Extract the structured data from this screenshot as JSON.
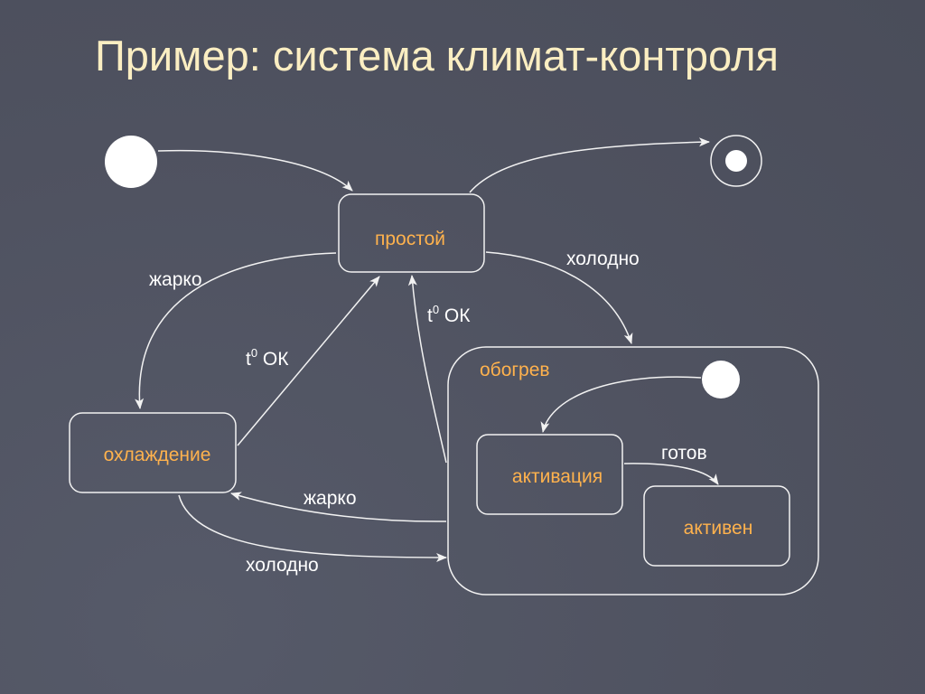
{
  "title": "Пример: система климат-контроля",
  "states": {
    "idle": "простой",
    "cooling": "охлаждение",
    "heating": "обогрев",
    "activating": "активация",
    "active": "активен"
  },
  "transitions": {
    "idle_to_cooling": "жарко",
    "idle_to_heating": "холодно",
    "cooling_to_idle_base": "t",
    "cooling_to_idle_sup": "0",
    "cooling_to_idle_rest": " ОК",
    "heating_to_idle_base": "t",
    "heating_to_idle_sup": "0",
    "heating_to_idle_rest": " ОК",
    "heating_to_cooling": "жарко",
    "cooling_to_heating": "холодно",
    "activating_to_active": "готов"
  },
  "colors": {
    "background": "#4f5260",
    "title": "#fbeec2",
    "state_label": "#ffb24d",
    "line": "#f2f2f2"
  }
}
